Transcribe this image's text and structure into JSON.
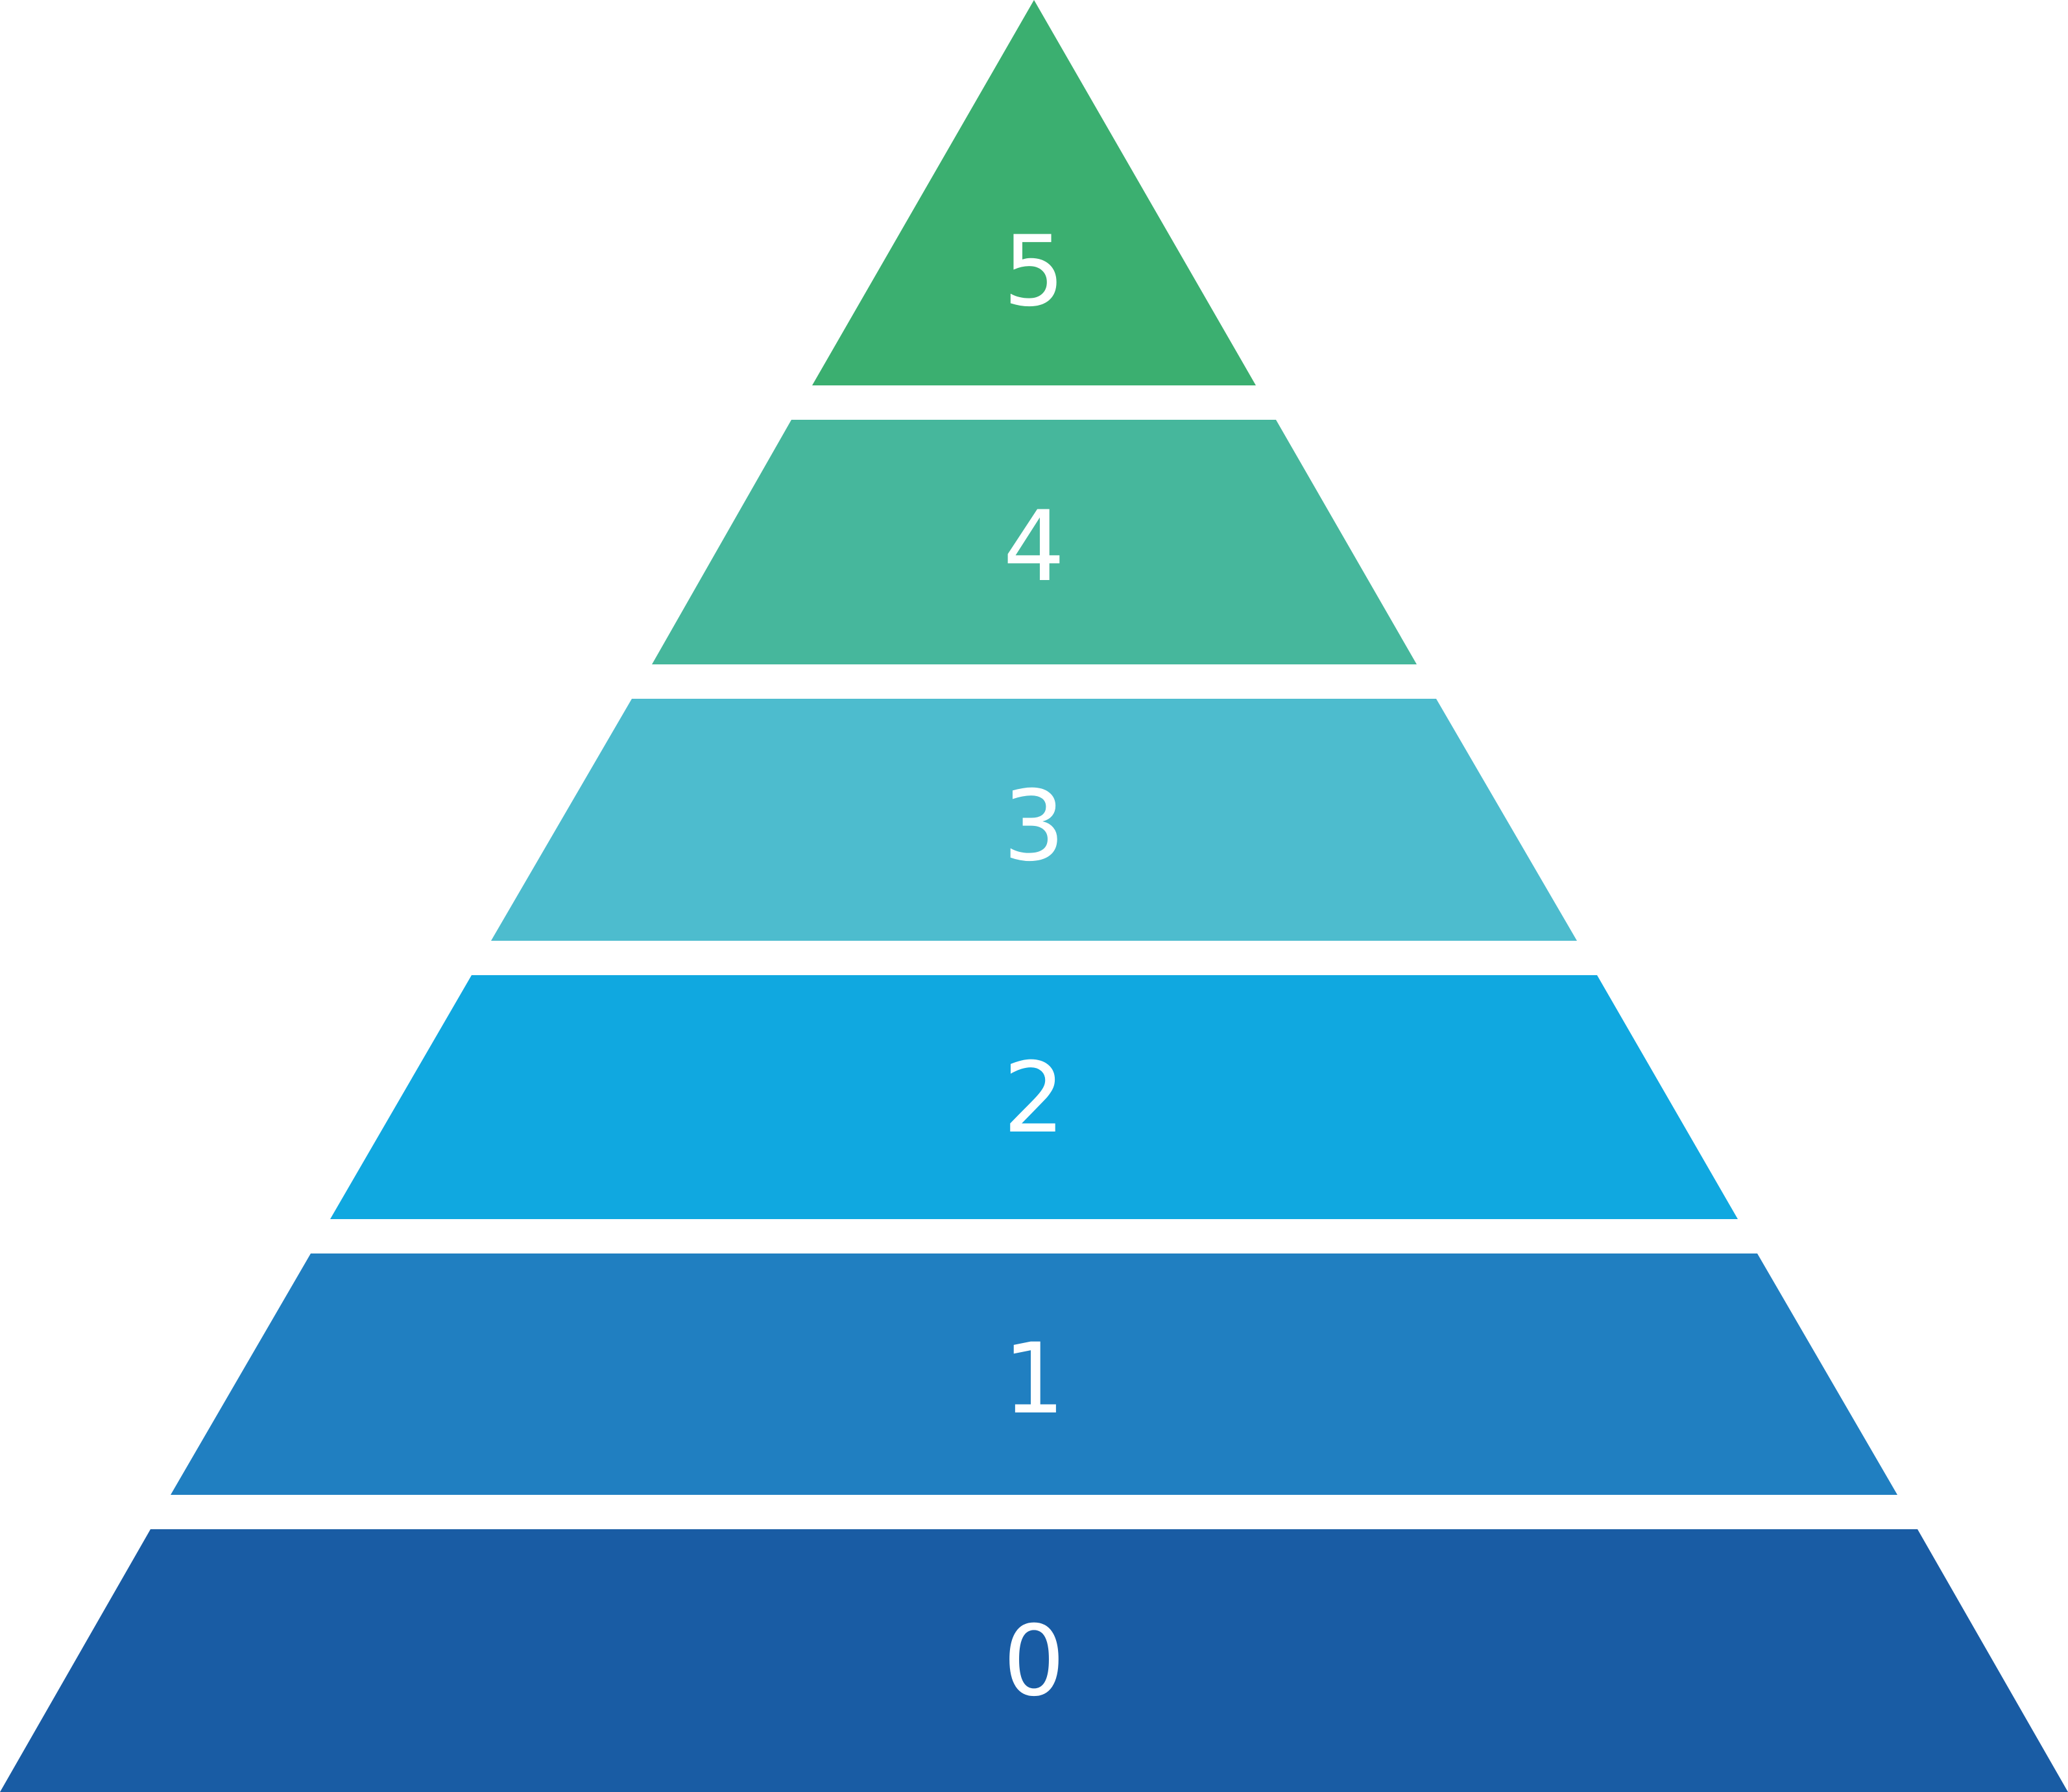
{
  "pyramid": {
    "levels": [
      {
        "label": "5",
        "color": "#3BAF70"
      },
      {
        "label": "4",
        "color": "#46B79C"
      },
      {
        "label": "3",
        "color": "#4DBCCE"
      },
      {
        "label": "2",
        "color": "#10A8E0"
      },
      {
        "label": "1",
        "color": "#207FC1"
      },
      {
        "label": "0",
        "color": "#195CA4"
      }
    ]
  }
}
